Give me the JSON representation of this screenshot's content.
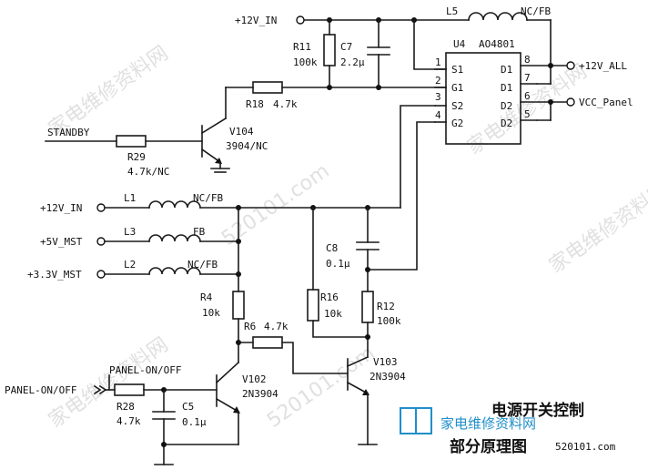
{
  "nets": {
    "v12_in_top": "+12V_IN",
    "v12_all": "+12V_ALL",
    "vcc_panel": "VCC_Panel",
    "standby": "STANDBY",
    "v12_in": "+12V_IN",
    "v5_mst": "+5V_MST",
    "v33_mst": "+3.3V_MST",
    "panel_onoff_net": "PANEL-ON/OFF",
    "panel_onoff_in": "PANEL-ON/OFF"
  },
  "components": {
    "L5": {
      "ref": "L5",
      "value": "NC/FB"
    },
    "R11": {
      "ref": "R11",
      "value": "100k"
    },
    "C7": {
      "ref": "C7",
      "value": "2.2μ"
    },
    "U4": {
      "ref": "U4",
      "part": "AO4801"
    },
    "R18": {
      "ref": "R18",
      "value": "4.7k"
    },
    "V104": {
      "ref": "V104",
      "part": "3904/NC"
    },
    "R29": {
      "ref": "R29",
      "value": "4.7k/NC"
    },
    "L1": {
      "ref": "L1",
      "value": "NC/FB"
    },
    "L3": {
      "ref": "L3",
      "value": "FB"
    },
    "L2": {
      "ref": "L2",
      "value": "NC/FB"
    },
    "C8": {
      "ref": "C8",
      "value": "0.1μ"
    },
    "R4": {
      "ref": "R4",
      "value": "10k"
    },
    "R6": {
      "ref": "R6",
      "value": "4.7k"
    },
    "R16": {
      "ref": "R16",
      "value": "10k"
    },
    "R12": {
      "ref": "R12",
      "value": "100k"
    },
    "V103": {
      "ref": "V103",
      "part": "2N3904"
    },
    "V102": {
      "ref": "V102",
      "part": "2N3904"
    },
    "R28": {
      "ref": "R28",
      "value": "4.7k"
    },
    "C5": {
      "ref": "C5",
      "value": "0.1μ"
    }
  },
  "ic_pins": {
    "left": [
      "1",
      "2",
      "3",
      "4"
    ],
    "left_names": [
      "S1",
      "G1",
      "S2",
      "G2"
    ],
    "right": [
      "8",
      "7",
      "6",
      "5"
    ],
    "right_names": [
      "D1",
      "D1",
      "D2",
      "D2"
    ]
  },
  "caption": {
    "line1": "电源开关控制",
    "line2": "部分原理图"
  },
  "watermark": "家电维修资料网",
  "watermark_url": "520101.com"
}
